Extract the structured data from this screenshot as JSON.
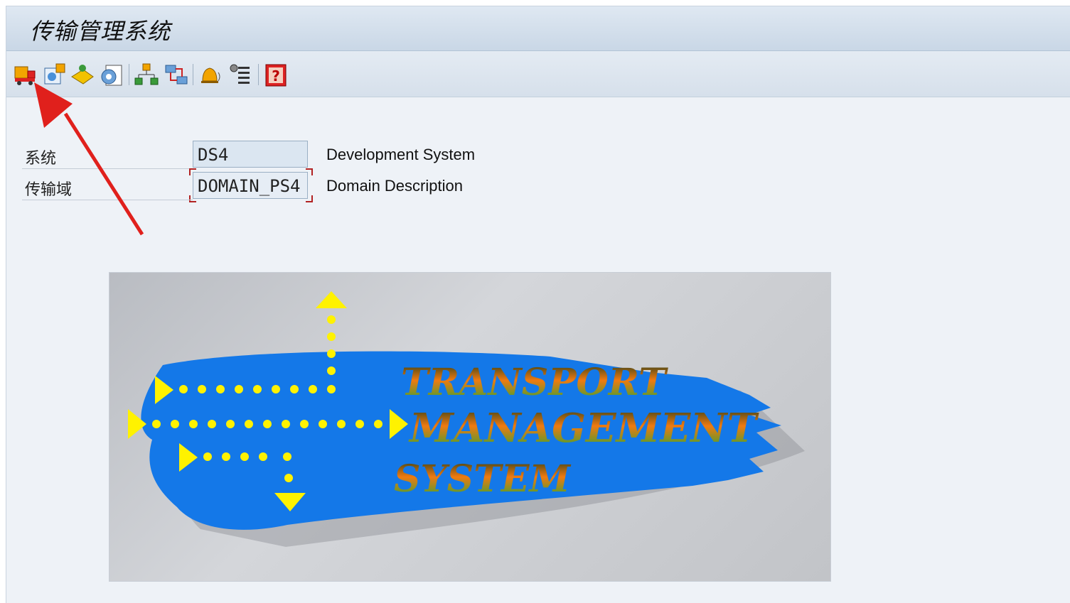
{
  "window": {
    "title": "传输管理系统"
  },
  "toolbar": {
    "buttons": [
      {
        "name": "transport-routes-icon"
      },
      {
        "name": "display-config-icon"
      },
      {
        "name": "import-queue-icon"
      },
      {
        "name": "overview-icon"
      },
      {
        "name": "hierarchy-icon"
      },
      {
        "name": "network-icon"
      },
      {
        "name": "alert-monitor-icon"
      },
      {
        "name": "settings-list-icon"
      },
      {
        "name": "help-icon"
      }
    ]
  },
  "form": {
    "system": {
      "label": "系统",
      "value": "DS4",
      "description": "Development System"
    },
    "domain": {
      "label": "传输域",
      "value": "DOMAIN_PS4",
      "description": "Domain Description"
    }
  },
  "logo": {
    "line1": "TRANSPORT",
    "line2": "MANAGEMENT",
    "line3": "SYSTEM"
  },
  "colors": {
    "accent": "#1478e8",
    "arrow": "#e0201c",
    "yellow": "#fff200"
  }
}
